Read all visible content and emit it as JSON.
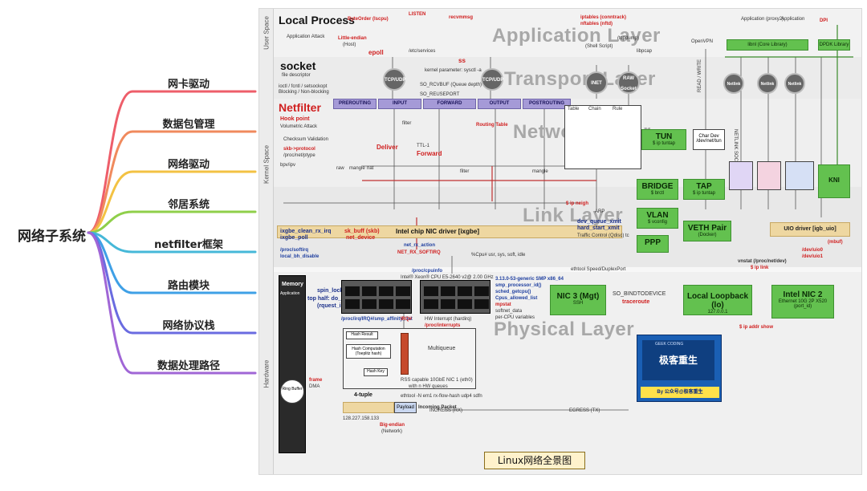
{
  "mindmap": {
    "root": "网络子系统",
    "branches": [
      {
        "label": "网卡驱动",
        "color": "#ee5e6a"
      },
      {
        "label": "数据包管理",
        "color": "#f08a5d"
      },
      {
        "label": "网络驱动",
        "color": "#f3c243"
      },
      {
        "label": "邻居系统",
        "color": "#8fcf4a"
      },
      {
        "label": "netfilter框架",
        "color": "#46b8d8"
      },
      {
        "label": "路由模块",
        "color": "#3fa0e6"
      },
      {
        "label": "网络协议栈",
        "color": "#6a6be0"
      },
      {
        "label": "数据处理路径",
        "color": "#a066d6"
      }
    ]
  },
  "panorama": {
    "bands": {
      "user": "User Space",
      "kernel": "Kernel Space",
      "hardware": "Hardware"
    },
    "layers": {
      "application": "Application Layer",
      "transport": "Transport Layer",
      "network": "Network Layer",
      "link": "Link Layer",
      "physical": "Physical Layer"
    },
    "sections": {
      "local_process": "Local Process",
      "socket": "socket",
      "socket_sub": "file descriptor",
      "netfilter": "Netfilter",
      "memory": "Memory",
      "application": "Application"
    },
    "labels": {
      "application_attack": "Application Attack",
      "byte_order": "ByteOrder (lscpu)",
      "little_endian": "Little-endian",
      "host": "(Host)",
      "epoll": "epoll",
      "listen": "LISTEN",
      "recvmmsg": "recvmmsg",
      "ss": "ss",
      "etc_services": "/etc/services",
      "iptables": "iptables (conntrack)",
      "nftables": "nftables (nftd)",
      "shell_script": "(Shell Script)",
      "tcpdump": "(tcpdump)",
      "libpcap": "libpcap",
      "openvpn": "OpenVPN",
      "dpi": "DPI",
      "core_library": "libnl (Core Library)",
      "dpdk_library": "DPDK Library",
      "app_proxy": "Application (proxy2)",
      "application_right": "Application",
      "ioctl": "ioctl / fcntl / setsockopt",
      "blocking": "Blocking / Non-blocking",
      "so_reuseport": "SO_REUSEPORT",
      "prerouting": "PREROUTING",
      "input": "INPUT",
      "forward": "FORWARD",
      "output": "OUTPUT",
      "postrouting": "POSTROUTING",
      "table": "Table",
      "chain": "Chain",
      "rule": "Rule",
      "hook_point": "Hook point",
      "volumetric_attack": "Volumetric Attack",
      "checksum_validation": "Checksum Validation",
      "skb_protocol": "skb->protocol",
      "proc_net_ptype": "/proc/net/ptype",
      "bpf_ipv": "bpv/ipv",
      "deliver": "Deliver",
      "forward_route": "Forward",
      "ttl": "TTL-1",
      "routing_table": "Routing Table",
      "raw": "raw",
      "mangle": "mangle",
      "nat": "nat",
      "filter": "filter",
      "tun": "TUN",
      "tun_sub": "$ ip tuntap",
      "char_dev": "Char Dev",
      "dev_net_tun": "/dev/net/tun",
      "bridge": "BRIDGE",
      "bridge_sub": "$ brctl",
      "tap": "TAP",
      "tap_sub": "$ ip tuntap",
      "vlan": "VLAN",
      "vlan_sub": "$ vconfig",
      "veth": "VETH Pair",
      "veth_sub": "(Docker)",
      "ppp": "PPP",
      "netlink": "Netlink",
      "read_write": "READ / WRITE",
      "netlink_socket": "NETLINK SOCKET",
      "kni": "KNI",
      "uio_driver": "UIO driver [igb_uio]",
      "mbuf": "(mbuf)",
      "dev_uio": "/dev/uio0",
      "dev_uio1": "/dev/uio1",
      "intel_driver": "Intel chip NIC driver [ixgbe]",
      "ixgbe_clean": "ixgbe_clean_rx_irq",
      "ixgbe_poll": "ixgbe_poll",
      "sk_buff": "sk_buff (skb)",
      "net_device": "net_device",
      "net_rx_action": "net_rx_action",
      "net_rx_softirq": "NET_RX_SOFTIRQ",
      "dev_queue_xmit": "dev_queue_xmit",
      "hard_start_xmit": "hard_start_xmit",
      "traffic_control": "Traffic Control (Qdisc) tc",
      "ip_neigh": "$ ip neigh",
      "arp": "ARP",
      "proc_softirq": "/proc/softirq",
      "local_bh_disable": "local_bh_disable",
      "cpu_usage": "%Cpu# usr, sys, soft, idle",
      "vnstat": "vnstat (/proc/net/dev)",
      "ip_link": "$ ip link",
      "ethtool_speed": "ethtool Speed/DuplexPort",
      "proc_cpuinfo": "/proc/cpuinfo",
      "cpu_model": "Intel® Xeon® CPU E5-2640 v2@ 2.00 GHz",
      "spin_lock": "spin_lock",
      "top_half": "top half: do_IRQ",
      "request_irq": "(rquest_irq)",
      "proc_irq": "/proc/irq/IRQ#/smp_affinity_list",
      "irq_num": "IRQ#",
      "proc_interrupts": "/proc/interrupts",
      "hw_interrupt": "HW Interrupt (hardirq)",
      "kernel_version": "3.13.0-53-generic SMP x86_64",
      "smp_processor": "smp_processor_id()",
      "sched_getcpu": "sched_getcpu()",
      "cpus_allowed": "Cpus_allowed_list",
      "mpstat": "mpstat",
      "softnet_data": "softnet_data",
      "per_cpu": "per-CPU variables",
      "hash_result": "Hash Result",
      "hash_computation": "Hash Computation (Toeplitz hash)",
      "hash_key": "Hash Key",
      "multiqueue": "Multiqueue",
      "rss": "RSS capable 10GbE NIC 1 (eth0)",
      "rss_sub": "with n HW queues",
      "frame": "frame",
      "dma": "DMA",
      "ring_buffer": "Ring Buffer",
      "four_tuple": "4-tuple",
      "ethtool_hash": "ethtool -N em1 rx-flow-hash udp4 sdfn",
      "payload": "Payload",
      "incoming_packet": "Incoming Packet",
      "big_endian": "Big-endian",
      "network": "(Network)",
      "ip_example": "128.227.158.133",
      "ingress": "INGRESS (RX)",
      "egress": "EGRESS (TX)",
      "nic3": "NIC 3 (Mgt)",
      "nic3_sub": "SSH",
      "so_bindtodevice": "SO_BINDTODEVICE",
      "traceroute": "traceroute",
      "local_loopback": "Local Loopback (lo)",
      "loopback_ip": "127.0.0.1",
      "nic2": "Intel NIC 2",
      "nic2_sub": "Ethernet 10G 2P X520",
      "nic2_port": "(port_id)",
      "ip_addr_show": "$ ip addr show",
      "qr_title": "极客重生",
      "qr_sub": "GEEK CODING",
      "qr_caption": "By 公众号@极客重生",
      "tcp_recv": "TCP/UDP",
      "inet": "INET",
      "raw_socket": "RAW Socket",
      "sysctl": "kernel parameter: sysctl -a",
      "so_rcvbuf": "SO_RCVBUF (Queue depth)"
    },
    "caption": "Linux网络全景图"
  }
}
